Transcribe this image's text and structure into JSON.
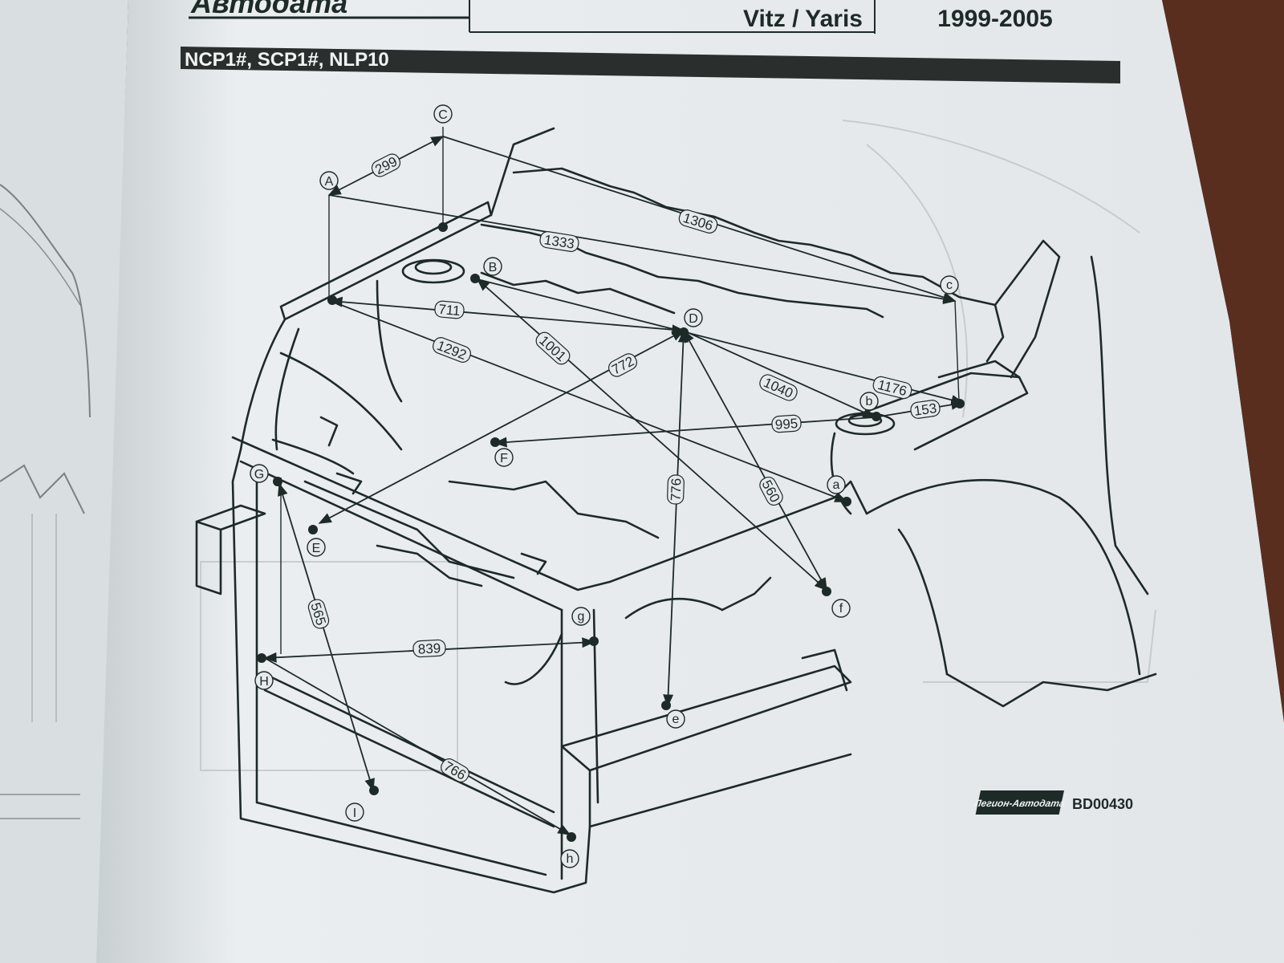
{
  "header": {
    "brand": "Автодата",
    "model": "Vitz / Yaris",
    "years": "1999-2005",
    "section_codes": "NCP1#, SCP1#, NLP10"
  },
  "diagram": {
    "figure_code": "BD00430",
    "publisher_logo": "Легион-Автодата",
    "points": [
      {
        "id": "A",
        "label": "A"
      },
      {
        "id": "C",
        "label": "C"
      },
      {
        "id": "B",
        "label": "B"
      },
      {
        "id": "c",
        "label": "c"
      },
      {
        "id": "D",
        "label": "D"
      },
      {
        "id": "b",
        "label": "b"
      },
      {
        "id": "F",
        "label": "F"
      },
      {
        "id": "a",
        "label": "a"
      },
      {
        "id": "G",
        "label": "G"
      },
      {
        "id": "E",
        "label": "E"
      },
      {
        "id": "g",
        "label": "g"
      },
      {
        "id": "f",
        "label": "f"
      },
      {
        "id": "H",
        "label": "H"
      },
      {
        "id": "e",
        "label": "e"
      },
      {
        "id": "I",
        "label": "I"
      },
      {
        "id": "h",
        "label": "h"
      }
    ],
    "dimensions": [
      {
        "from": "A",
        "to": "C",
        "value": "299"
      },
      {
        "from": "C",
        "to": "c",
        "value": "1306"
      },
      {
        "from": "A",
        "to": "c",
        "value": "1333"
      },
      {
        "from": "A",
        "to": "D",
        "value": "711"
      },
      {
        "from": "A",
        "to": "a",
        "value": "1292"
      },
      {
        "from": "B",
        "to": "f",
        "value": "1001"
      },
      {
        "from": "D",
        "to": "E",
        "value": "772"
      },
      {
        "from": "D",
        "to": "b",
        "value": "1040"
      },
      {
        "from": "B",
        "to": "c",
        "value": "1176"
      },
      {
        "from": "b",
        "to": "c",
        "value": "153"
      },
      {
        "from": "b",
        "to": "F",
        "value": "995"
      },
      {
        "from": "D",
        "to": "e",
        "value": "776"
      },
      {
        "from": "D",
        "to": "f",
        "value": "560"
      },
      {
        "from": "H",
        "to": "g",
        "value": "839"
      },
      {
        "from": "G",
        "to": "I",
        "value": "565"
      },
      {
        "from": "H",
        "to": "h",
        "value": "766"
      }
    ]
  },
  "colors": {
    "paper": "#e9edf0",
    "ink": "#1e2a28",
    "band": "#2a2f2e",
    "wood": "#5a2e1e"
  }
}
